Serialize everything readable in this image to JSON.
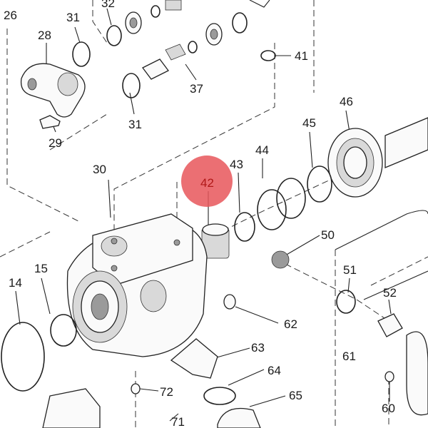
{
  "diagram": {
    "highlight": {
      "label": "42",
      "color": "#e8565a"
    },
    "part_labels": [
      "26",
      "31",
      "32",
      "28",
      "41",
      "37",
      "31",
      "29",
      "30",
      "46",
      "45",
      "44",
      "43",
      "50",
      "15",
      "14",
      "51",
      "52",
      "62",
      "61",
      "63",
      "64",
      "72",
      "65",
      "60",
      "71"
    ]
  }
}
